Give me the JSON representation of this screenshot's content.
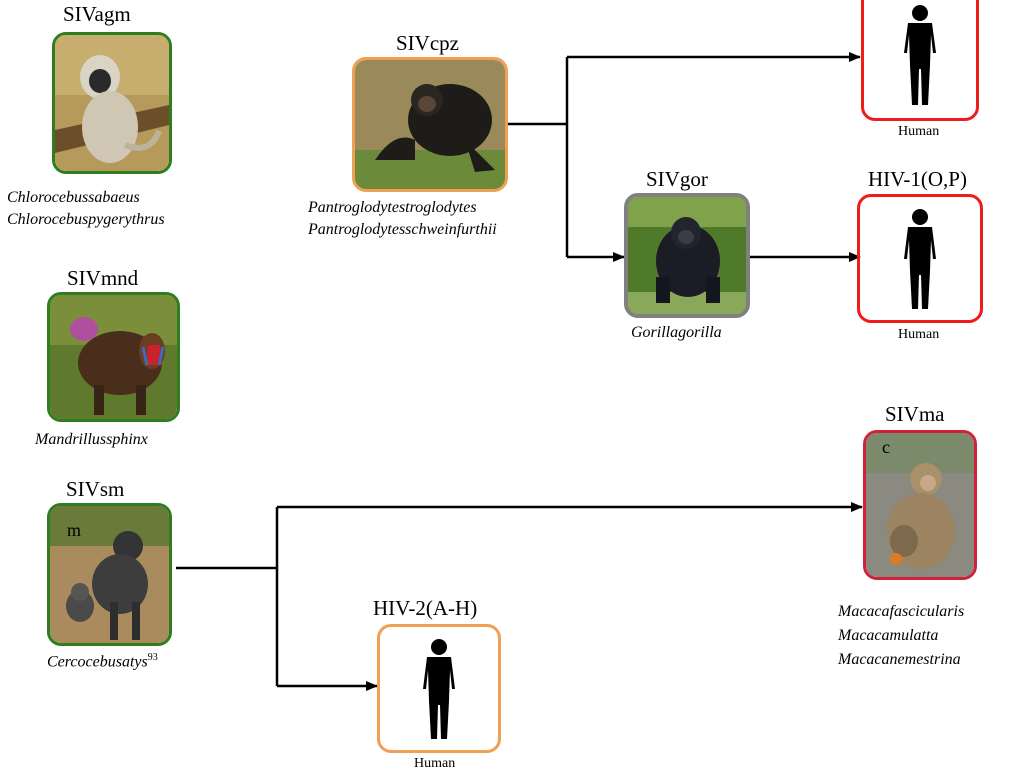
{
  "labels": {
    "sivagm": "SIVagm",
    "sivcpz": "SIVcpz",
    "sivmnd": "SIVmnd",
    "sivgor": "SIVgor",
    "sivsm": "SIVsm",
    "sivsm_suffix": "m",
    "sivmac": "SIVma",
    "sivmac_suffix": "c",
    "hiv1": "HIV-1(O,P)",
    "hiv2": "HIV-2(A-H)"
  },
  "species": {
    "agm_line1": "Chlorocebussabaeus",
    "agm_line2": "Chlorocebuspygerythrus",
    "cpz_line1": "Pantroglodytestroglodytes",
    "cpz_line2": "Pantroglodytesschweinfurthii",
    "mnd": "Mandrillussphinx",
    "gor": "Gorillagorilla",
    "sm": "Cercocebusatys",
    "sm_ref": "93",
    "mac_line1": "Macacafascicularis",
    "mac_line2": "Macacamulatta",
    "mac_line3": "Macacanemestrina"
  },
  "human_labels": {
    "top": "Human",
    "middle": "Human",
    "bottom": "Human"
  },
  "colors": {
    "green_border": "#2e7d1e",
    "orange_border": "#f0a055",
    "gray_border": "#808080",
    "red_border": "#ee1c1c",
    "crimson_border": "#d0203a",
    "arrow": "#000000"
  },
  "icons": {
    "human": "human-silhouette-icon",
    "vervet": "vervet-monkey-photo",
    "chimp": "chimpanzee-photo",
    "mandrill": "mandrill-photo",
    "gorilla": "gorilla-photo",
    "mangabey": "sooty-mangabey-photo",
    "macaque": "macaque-photo"
  }
}
